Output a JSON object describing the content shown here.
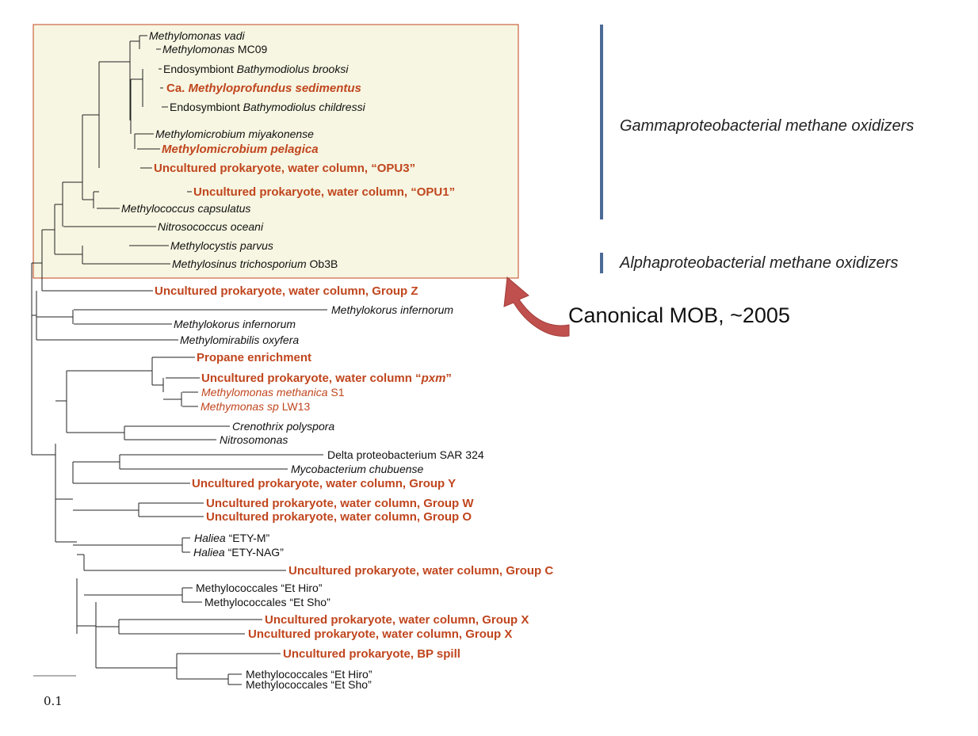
{
  "group_labels": {
    "gamma": "Gammaproteobacterial methane oxidizers",
    "alpha": "Alphaproteobacterial methane oxidizers"
  },
  "callout": "Canonical MOB, ~2005",
  "scale": "0.1",
  "colors": {
    "highlight": "#c0461e",
    "box_fill": "#f7f6e2",
    "box_border": "#c0461e",
    "bracket": "#4b6b96",
    "arrow": "#c0504d"
  },
  "taxa": [
    {
      "id": "t1",
      "parts": [
        {
          "text": "Methylomonas vadi",
          "style": "i"
        }
      ]
    },
    {
      "id": "t2",
      "parts": [
        {
          "text": "Methylomonas",
          "style": "i"
        },
        {
          "text": " MC09",
          "style": "n"
        }
      ]
    },
    {
      "id": "t3",
      "parts": [
        {
          "text": "Endosymbiont ",
          "style": "n"
        },
        {
          "text": "Bathymodiolus brooksi",
          "style": "i"
        }
      ]
    },
    {
      "id": "t4",
      "hl": true,
      "parts": [
        {
          "text": "Ca. ",
          "style": "b"
        },
        {
          "text": "Methyloprofundus sedimentus",
          "style": "bi"
        }
      ]
    },
    {
      "id": "t5",
      "parts": [
        {
          "text": "Endosymbiont ",
          "style": "n"
        },
        {
          "text": "Bathymodiolus childressi",
          "style": "i"
        }
      ]
    },
    {
      "id": "t6",
      "parts": [
        {
          "text": "Methylomicrobium miyakonense",
          "style": "i"
        }
      ]
    },
    {
      "id": "t7",
      "hl": true,
      "parts": [
        {
          "text": "Methylomicrobium pelagica",
          "style": "bi"
        }
      ]
    },
    {
      "id": "t8",
      "hl": true,
      "parts": [
        {
          "text": "Uncultured prokaryote, water column, “OPU3”",
          "style": "b"
        }
      ]
    },
    {
      "id": "t9",
      "hl": true,
      "parts": [
        {
          "text": "Uncultured prokaryote, water column, “OPU1”",
          "style": "b"
        }
      ]
    },
    {
      "id": "t10",
      "parts": [
        {
          "text": "Methylococcus capsulatus",
          "style": "i"
        }
      ]
    },
    {
      "id": "t11",
      "parts": [
        {
          "text": "Nitrosococcus oceani",
          "style": "i"
        }
      ]
    },
    {
      "id": "t12",
      "parts": [
        {
          "text": "Methylocystis parvus",
          "style": "i"
        }
      ]
    },
    {
      "id": "t13",
      "parts": [
        {
          "text": "Methylosinus trichosporium",
          "style": "i"
        },
        {
          "text": " Ob3B",
          "style": "n"
        }
      ]
    },
    {
      "id": "t14",
      "hl": true,
      "parts": [
        {
          "text": "Uncultured prokaryote, water column, Group Z",
          "style": "b"
        }
      ]
    },
    {
      "id": "t15",
      "parts": [
        {
          "text": "Methylokorus infernorum",
          "style": "i"
        }
      ]
    },
    {
      "id": "t16",
      "parts": [
        {
          "text": "Methylokorus infernorum",
          "style": "i"
        }
      ]
    },
    {
      "id": "t17",
      "parts": [
        {
          "text": "Methylomirabilis oxyfera",
          "style": "i"
        }
      ]
    },
    {
      "id": "t18",
      "hl": true,
      "parts": [
        {
          "text": "Propane enrichment",
          "style": "b"
        }
      ]
    },
    {
      "id": "t19",
      "hl": true,
      "parts": [
        {
          "text": "Uncultured prokaryote, water column “",
          "style": "b"
        },
        {
          "text": "pxm",
          "style": "bi"
        },
        {
          "text": "”",
          "style": "b"
        }
      ]
    },
    {
      "id": "t20",
      "hlp": true,
      "parts": [
        {
          "text": "Methylomonas methanica",
          "style": "i"
        },
        {
          "text": " S1",
          "style": "n"
        }
      ]
    },
    {
      "id": "t21",
      "hlp": true,
      "parts": [
        {
          "text": "Methymonas sp",
          "style": "i"
        },
        {
          "text": " LW13",
          "style": "n"
        }
      ]
    },
    {
      "id": "t22",
      "parts": [
        {
          "text": "Crenothrix polyspora",
          "style": "i"
        }
      ]
    },
    {
      "id": "t23",
      "parts": [
        {
          "text": "Nitrosomonas",
          "style": "i"
        }
      ]
    },
    {
      "id": "t24",
      "parts": [
        {
          "text": "Delta proteobacterium SAR 324",
          "style": "n"
        }
      ]
    },
    {
      "id": "t25",
      "parts": [
        {
          "text": "Mycobacterium chubuense",
          "style": "i"
        }
      ]
    },
    {
      "id": "t26",
      "hl": true,
      "parts": [
        {
          "text": "Uncultured prokaryote, water column, Group Y",
          "style": "b"
        }
      ]
    },
    {
      "id": "t27",
      "hl": true,
      "parts": [
        {
          "text": "Uncultured prokaryote, water column, Group W",
          "style": "b"
        }
      ]
    },
    {
      "id": "t28",
      "hl": true,
      "parts": [
        {
          "text": "Uncultured prokaryote, water column, Group O",
          "style": "b"
        }
      ]
    },
    {
      "id": "t29",
      "parts": [
        {
          "text": "Haliea",
          "style": "i"
        },
        {
          "text": " “ETY-M”",
          "style": "n"
        }
      ]
    },
    {
      "id": "t30",
      "parts": [
        {
          "text": "Haliea",
          "style": "i"
        },
        {
          "text": " “ETY-NAG”",
          "style": "n"
        }
      ]
    },
    {
      "id": "t31",
      "hl": true,
      "parts": [
        {
          "text": "Uncultured prokaryote, water column, Group C",
          "style": "b"
        }
      ]
    },
    {
      "id": "t32",
      "parts": [
        {
          "text": "Methylococcales “Et Hiro”",
          "style": "n"
        }
      ]
    },
    {
      "id": "t33",
      "parts": [
        {
          "text": "Methylococcales “Et Sho”",
          "style": "n"
        }
      ]
    },
    {
      "id": "t34",
      "hl": true,
      "parts": [
        {
          "text": "Uncultured prokaryote, water column, Group X",
          "style": "b"
        }
      ]
    },
    {
      "id": "t35",
      "hl": true,
      "parts": [
        {
          "text": "Uncultured prokaryote, water column, Group X",
          "style": "b"
        }
      ]
    },
    {
      "id": "t36",
      "hl": true,
      "parts": [
        {
          "text": "Uncultured prokaryote, BP spill",
          "style": "b"
        }
      ]
    },
    {
      "id": "t37",
      "parts": [
        {
          "text": "Methylococcales “Et Hiro”",
          "style": "n"
        }
      ]
    },
    {
      "id": "t38",
      "parts": [
        {
          "text": "Methylococcales “Et Sho”",
          "style": "n"
        }
      ]
    }
  ]
}
